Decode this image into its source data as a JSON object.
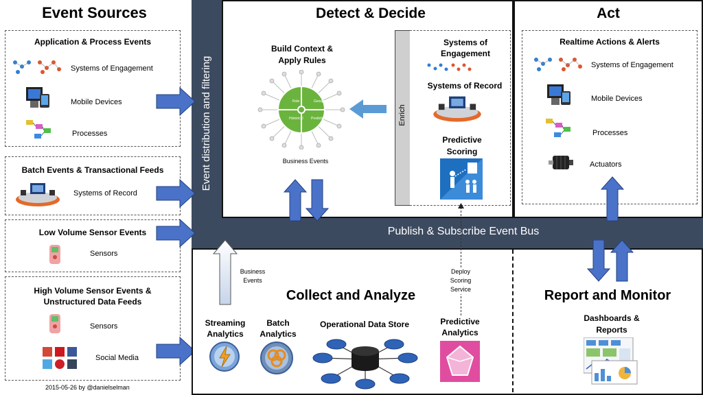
{
  "event_sources": {
    "title": "Event Sources",
    "groups": [
      {
        "title": "Application & Process Events",
        "items": [
          "Systems of Engagement",
          "Mobile Devices",
          "Processes"
        ]
      },
      {
        "title": "Batch Events & Transactional Feeds",
        "items": [
          "Systems of Record"
        ]
      },
      {
        "title": "Low Volume Sensor Events",
        "items": [
          "Sensors"
        ]
      },
      {
        "title": "High Volume Sensor Events & Unstructured Data Feeds",
        "items": [
          "Sensors",
          "Social Media"
        ]
      }
    ],
    "credit": "2015-05-26 by @danielselman"
  },
  "distribution_label": "Event distribution and filtering",
  "detect": {
    "title": "Detect & Decide",
    "context_label": "Build Context & Apply Rules",
    "wheel_labels": [
      "Role",
      "Geospatial",
      "Historical",
      "Predictive"
    ],
    "business_events": "Business Events",
    "enrich_label": "Enrich",
    "systems_engagement": "Systems of Engagement",
    "systems_record": "Systems of Record",
    "predictive_scoring": "Predictive Scoring"
  },
  "act": {
    "title": "Act",
    "group_title": "Realtime Actions & Alerts",
    "items": [
      "Systems of Engagement",
      "Mobile Devices",
      "Processes",
      "Actuators"
    ]
  },
  "bus_label": "Publish & Subscribe Event Bus",
  "collect": {
    "title": "Collect and Analyze",
    "business_events": "Business Events",
    "deploy_label": "Deploy Scoring Service",
    "streaming": "Streaming Analytics",
    "batch": "Batch Analytics",
    "ods": "Operational Data Store",
    "predictive": "Predictive Analytics"
  },
  "report": {
    "title": "Report and Monitor",
    "dashboards": "Dashboards & Reports"
  },
  "colors": {
    "bus": "#3c4a5f",
    "arrow": "#4a72c8",
    "arrow_border": "#22407f",
    "light_arrow": "#5b9bd5"
  }
}
